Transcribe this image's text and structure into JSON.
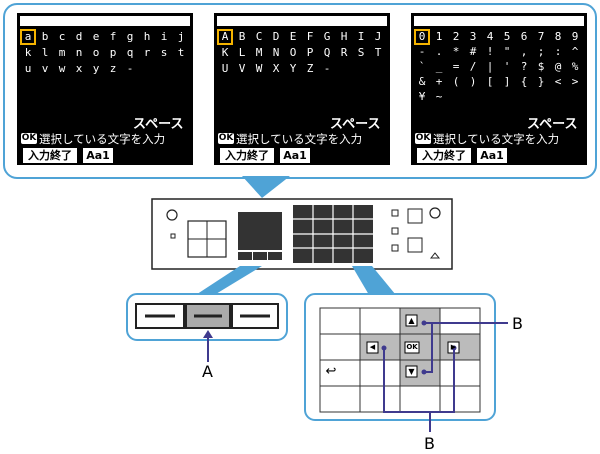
{
  "screens": [
    {
      "id": "lowercase",
      "rows": [
        [
          "a",
          "b",
          "c",
          "d",
          "e",
          "f",
          "g",
          "h",
          "i",
          "j"
        ],
        [
          "k",
          "l",
          "m",
          "n",
          "o",
          "p",
          "q",
          "r",
          "s",
          "t"
        ],
        [
          "u",
          "v",
          "w",
          "x",
          "y",
          "z",
          "-"
        ]
      ],
      "selected": "a"
    },
    {
      "id": "uppercase",
      "rows": [
        [
          "A",
          "B",
          "C",
          "D",
          "E",
          "F",
          "G",
          "H",
          "I",
          "J"
        ],
        [
          "K",
          "L",
          "M",
          "N",
          "O",
          "P",
          "Q",
          "R",
          "S",
          "T"
        ],
        [
          "U",
          "V",
          "W",
          "X",
          "Y",
          "Z",
          "-"
        ]
      ],
      "selected": "A"
    },
    {
      "id": "numbers-symbols",
      "rows": [
        [
          "0",
          "1",
          "2",
          "3",
          "4",
          "5",
          "6",
          "7",
          "8",
          "9"
        ],
        [
          "-",
          ".",
          "*",
          "#",
          "!",
          "\"",
          ",",
          ";",
          ":",
          "^"
        ],
        [
          "`",
          "_",
          "=",
          "/",
          "|",
          "'",
          "?",
          "$",
          "@",
          "%"
        ],
        [
          "&",
          "+",
          "(",
          ")",
          "[",
          "]",
          "{",
          "}",
          "<",
          ">"
        ],
        [
          "¥",
          "~"
        ]
      ],
      "selected": "0"
    }
  ],
  "common": {
    "space_label": "スペース",
    "ok_label": "OK",
    "input_hint": "選択している文字を入力",
    "finish_label": "入力終了",
    "mode_label": "Aa1"
  },
  "callouts": {
    "label_a": "A",
    "label_b_right": "B",
    "label_b_bottom": "B"
  },
  "nav_pad": {
    "up": "▲",
    "down": "▼",
    "left": "◀",
    "right": "▶",
    "ok": "OK",
    "back": "↩"
  },
  "colors": {
    "accent_blue": "#4fa3d6",
    "panel_bg": "#ffffff",
    "screen_bg": "#000000",
    "selector": "#f5b400",
    "arrow": "#3f3a8e"
  }
}
